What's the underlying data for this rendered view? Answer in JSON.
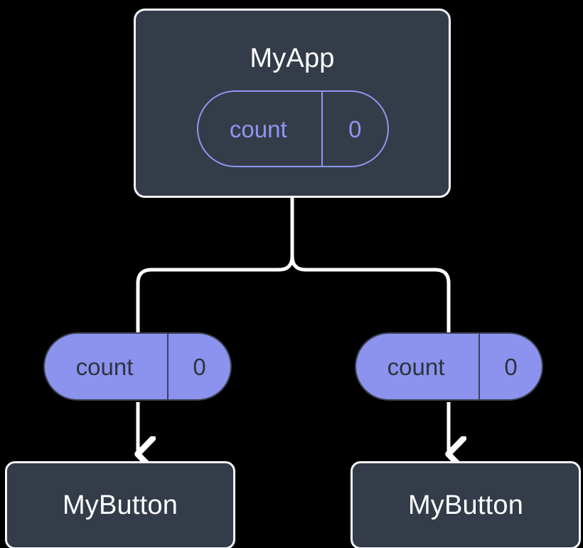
{
  "diagram": {
    "title": "component-state-tree",
    "background_color": "#000000",
    "accent_color": "#8b93ee",
    "box_fill_color": "#343c4a",
    "box_border_color": "#f4f6f8",
    "connector_color": "#ffffff"
  },
  "root": {
    "component_name": "MyApp",
    "state": {
      "key": "count",
      "value": "0"
    }
  },
  "children": [
    {
      "prop": {
        "key": "count",
        "value": "0"
      },
      "component_name": "MyButton"
    },
    {
      "prop": {
        "key": "count",
        "value": "0"
      },
      "component_name": "MyButton"
    }
  ]
}
